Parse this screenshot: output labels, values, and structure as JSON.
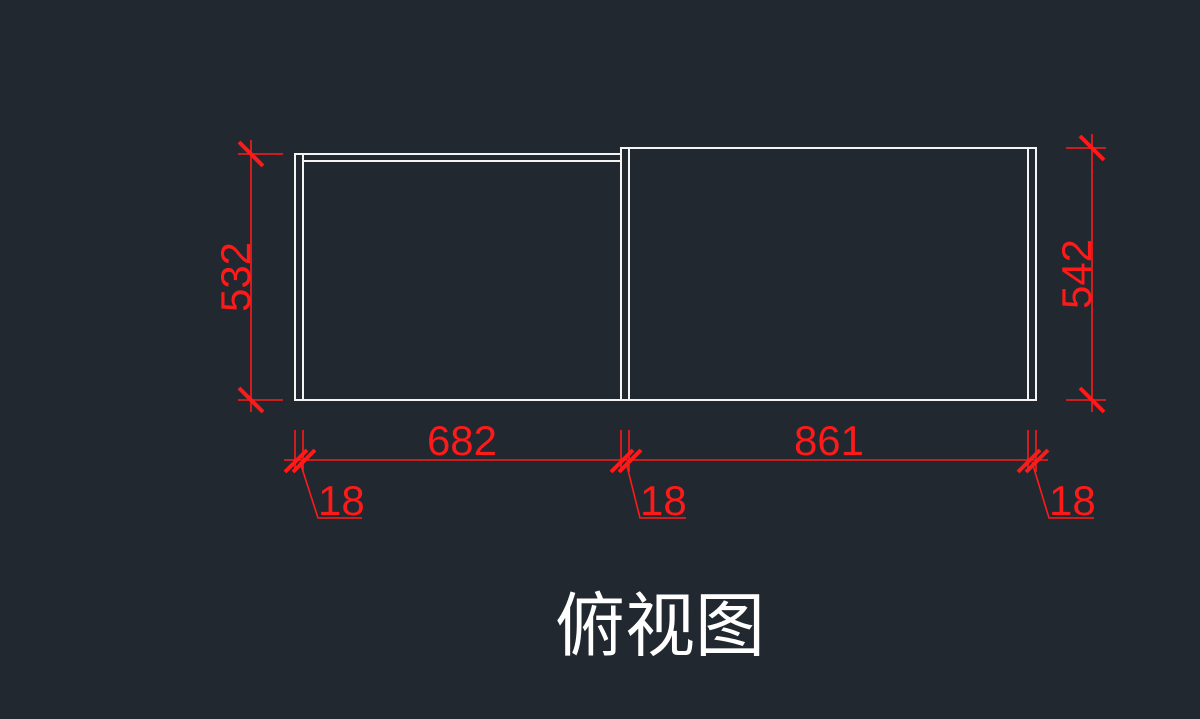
{
  "drawing": {
    "view_title": "俯视图",
    "colors": {
      "background": "#212830",
      "outline": "#f4f4f4",
      "dimension": "#ff1a1a",
      "title": "#ffffff"
    },
    "dimensions": {
      "left_height": "532",
      "right_height": "542",
      "left_width": "682",
      "right_width": "861",
      "panel_left": "18",
      "panel_middle": "18",
      "panel_right": "18"
    }
  }
}
